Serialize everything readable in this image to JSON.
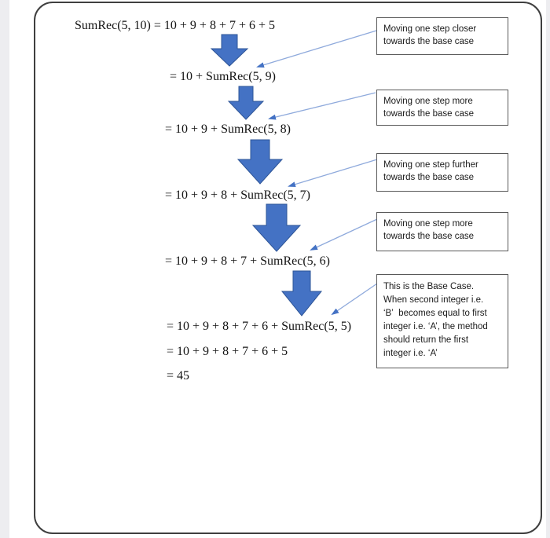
{
  "colors": {
    "arrow_fill": "#4472C4",
    "arrow_stroke": "#2E5597",
    "connector_line": "#8FAADC",
    "connector_head": "#4472C4",
    "panel_border": "#3F3F3F",
    "callout_border": "#595959",
    "page_margin_gray": "#EDEDF0",
    "text": "#131313"
  },
  "icons": {
    "big_down_arrow": "block down-arrow shape (blue)",
    "connector_arrowhead": "small solid triangle at line end"
  },
  "diagram": {
    "steps": [
      {
        "text": "SumRec(5, 10) = 10 + 9 + 8 + 7 + 6 + 5"
      },
      {
        "text": "= 10 + SumRec(5, 9)"
      },
      {
        "text": "= 10 + 9 + SumRec(5, 8)"
      },
      {
        "text": "= 10 + 9 + 8 + SumRec(5, 7)"
      },
      {
        "text": "= 10 + 9 + 8 + 7 + SumRec(5, 6)"
      },
      {
        "text": "= 10 + 9 + 8 + 7 + 6 + SumRec(5, 5)"
      },
      {
        "text": "= 10 + 9 + 8 + 7 + 6 + 5"
      },
      {
        "text": "= 45"
      }
    ],
    "callouts": [
      {
        "text": "Moving one step closer\ntowards the base case"
      },
      {
        "text": "Moving one step more\ntowards the base case"
      },
      {
        "text": "Moving one step further\ntowards the base case"
      },
      {
        "text": "Moving one step more\ntowards the base case"
      },
      {
        "text": "This is the Base Case.\nWhen second integer i.e.\n‘B’  becomes equal to first\ninteger i.e. ‘A’, the method\nshould return the first\ninteger i.e. ‘A’"
      }
    ]
  }
}
